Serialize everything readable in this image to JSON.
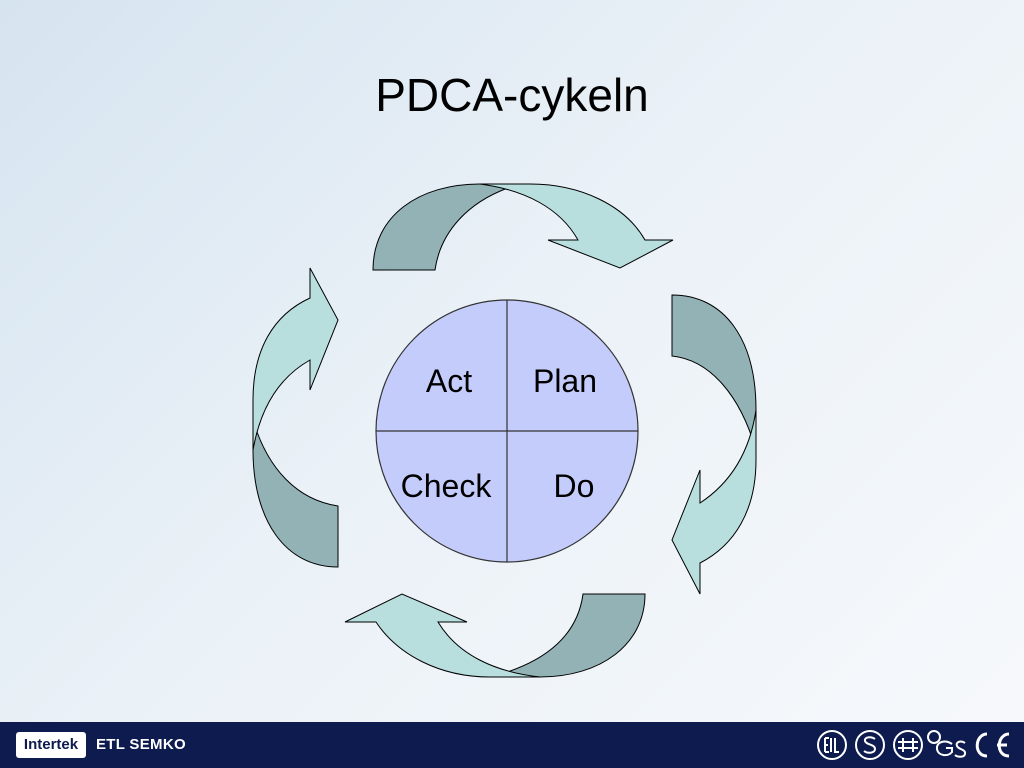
{
  "slide": {
    "title": "PDCA-cykeln"
  },
  "diagram": {
    "quadrants": {
      "act": "Act",
      "plan": "Plan",
      "check": "Check",
      "do": "Do"
    },
    "colors": {
      "circle_fill": "#c4ccfb",
      "arrow_light": "#b8dede",
      "arrow_dark": "#92b2b6",
      "outline": "#000000"
    }
  },
  "footer": {
    "brand": "Intertek",
    "brand_sub": "ETL SEMKO",
    "certification_icons": [
      "etl-mark-icon",
      "s-mark-icon",
      "nordic-mark-icon",
      "gs-mark-icon",
      "ce-mark-icon"
    ],
    "background": "#0d1b4f"
  }
}
